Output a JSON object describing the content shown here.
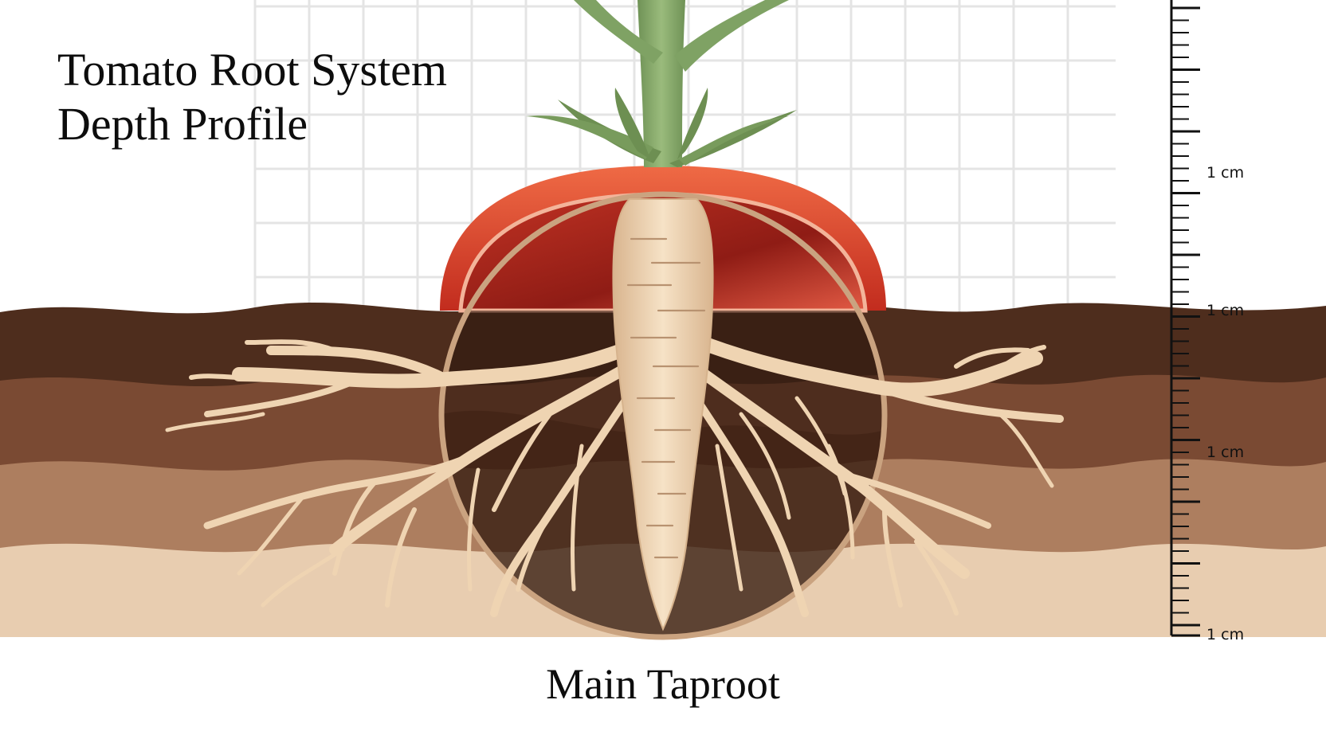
{
  "title": {
    "line1": "Tomato Root System",
    "line2": "Depth Profile"
  },
  "caption": "Main Taproot",
  "ruler": {
    "labels": [
      "1 cm",
      "1 cm",
      "1 cm",
      "1 cm"
    ]
  },
  "colors": {
    "grid_line": "#e4e4e4",
    "soil_layer_1": "#4e2d1d",
    "soil_layer_2": "#7a4a33",
    "soil_layer_3": "#ad7e5f",
    "soil_layer_4": "#e8cdb0",
    "tomato": "#d8442e",
    "root": "#efd4b2",
    "stem": "#7da062",
    "ruler": "#111111"
  }
}
